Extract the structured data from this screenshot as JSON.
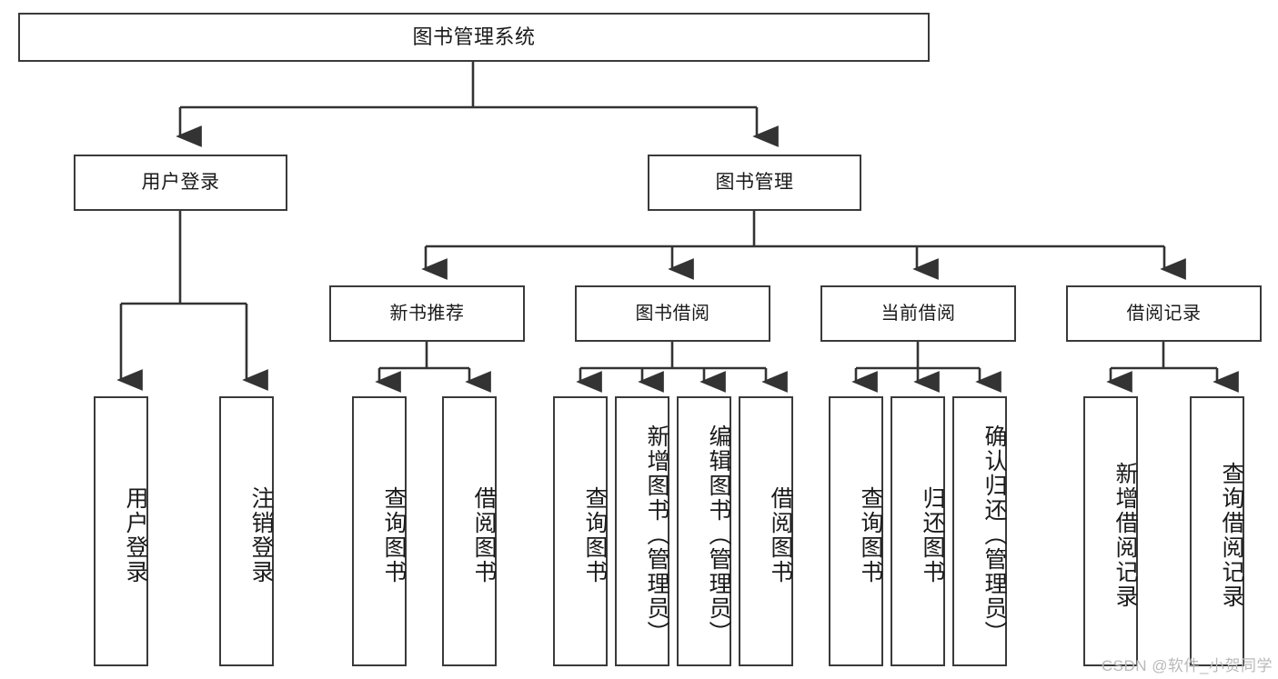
{
  "diagram": {
    "type": "tree",
    "title": "图书管理系统",
    "watermark": "CSDN @软件_小贺同学",
    "colors": {
      "box_border": "#3a3a3a",
      "box_fill": "#ffffff",
      "connector": "#333333",
      "text": "#1a1a1a",
      "watermark": "#b9b9b9"
    },
    "nodes": {
      "root": {
        "label": "图书管理系统"
      },
      "tier2": [
        {
          "label": "用户登录"
        },
        {
          "label": "图书管理"
        }
      ],
      "tier3": [
        {
          "label": "新书推荐"
        },
        {
          "label": "图书借阅"
        },
        {
          "label": "当前借阅"
        },
        {
          "label": "借阅记录"
        }
      ],
      "leaves": {
        "user_login": [
          {
            "label": "用户登录"
          },
          {
            "label": "注销登录"
          }
        ],
        "new_book": [
          {
            "label": "查询图书"
          },
          {
            "label": "借阅图书"
          }
        ],
        "book_borrow": [
          {
            "label": "查询图书"
          },
          {
            "label": "新增图书（管理员）"
          },
          {
            "label": "编辑图书（管理员）"
          },
          {
            "label": "借阅图书"
          }
        ],
        "current_borrow": [
          {
            "label": "查询图书"
          },
          {
            "label": "归还图书"
          },
          {
            "label": "确认归还（管理员）"
          }
        ],
        "borrow_record": [
          {
            "label": "新增借阅记录"
          },
          {
            "label": "查询借阅记录"
          }
        ]
      }
    }
  }
}
